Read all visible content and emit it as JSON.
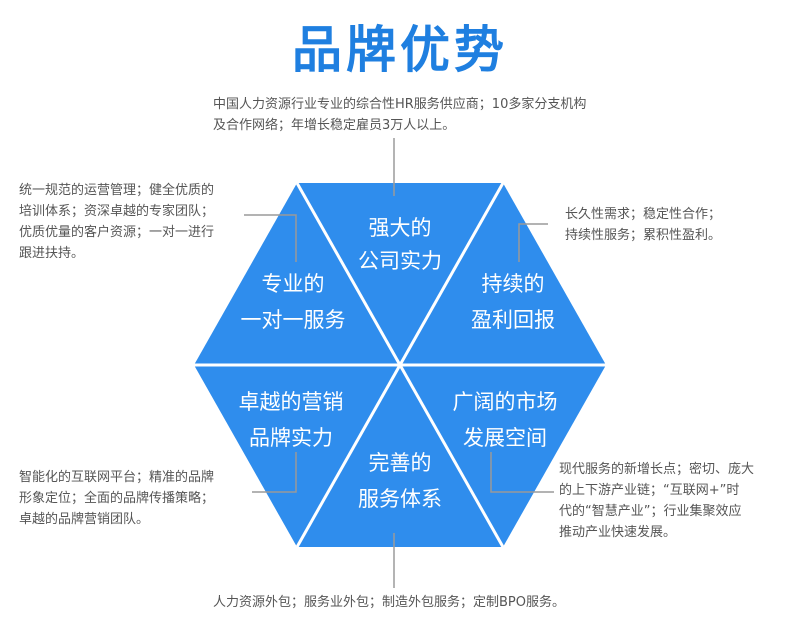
{
  "title": "品牌优势",
  "colors": {
    "hex": "#2f8ded",
    "divider": "#ffffff",
    "title": "#1f7fe0",
    "leader": "#9a9a9a",
    "text": "#555555"
  },
  "segments": [
    {
      "key": "top",
      "label_lines": [
        "强大的",
        "公司实力"
      ],
      "desc_lines": [
        "中国人力资源行业专业的综合性HR服务供应商；10多家分支机构",
        "及合作网络；年增长稳定雇员3万人以上。"
      ]
    },
    {
      "key": "upper-right",
      "label_lines": [
        "持续的",
        "盈利回报"
      ],
      "desc_lines": [
        "长久性需求；稳定性合作；",
        "持续性服务；累积性盈利。"
      ]
    },
    {
      "key": "lower-right",
      "label_lines": [
        "广阔的市场",
        "发展空间"
      ],
      "desc_lines": [
        "现代服务的新增长点；密切、庞大",
        "的上下游产业链；“互联网+”时",
        "代的“智慧产业”；行业集聚效应",
        "推动产业快速发展。"
      ]
    },
    {
      "key": "bottom",
      "label_lines": [
        "完善的",
        "服务体系"
      ],
      "desc_lines": [
        "人力资源外包；服务业外包；制造外包服务；定制BPO服务。"
      ]
    },
    {
      "key": "lower-left",
      "label_lines": [
        "卓越的营销",
        "品牌实力"
      ],
      "desc_lines": [
        "智能化的互联网平台；精准的品牌",
        "形象定位；全面的品牌传播策略；",
        "卓越的品牌营销团队。"
      ]
    },
    {
      "key": "upper-left",
      "label_lines": [
        "专业的",
        "一对一服务"
      ],
      "desc_lines": [
        "统一规范的运营管理；健全优质的",
        "培训体系；资深卓越的专家团队；",
        "优质优量的客户资源；一对一进行",
        "跟进扶持。"
      ]
    }
  ]
}
